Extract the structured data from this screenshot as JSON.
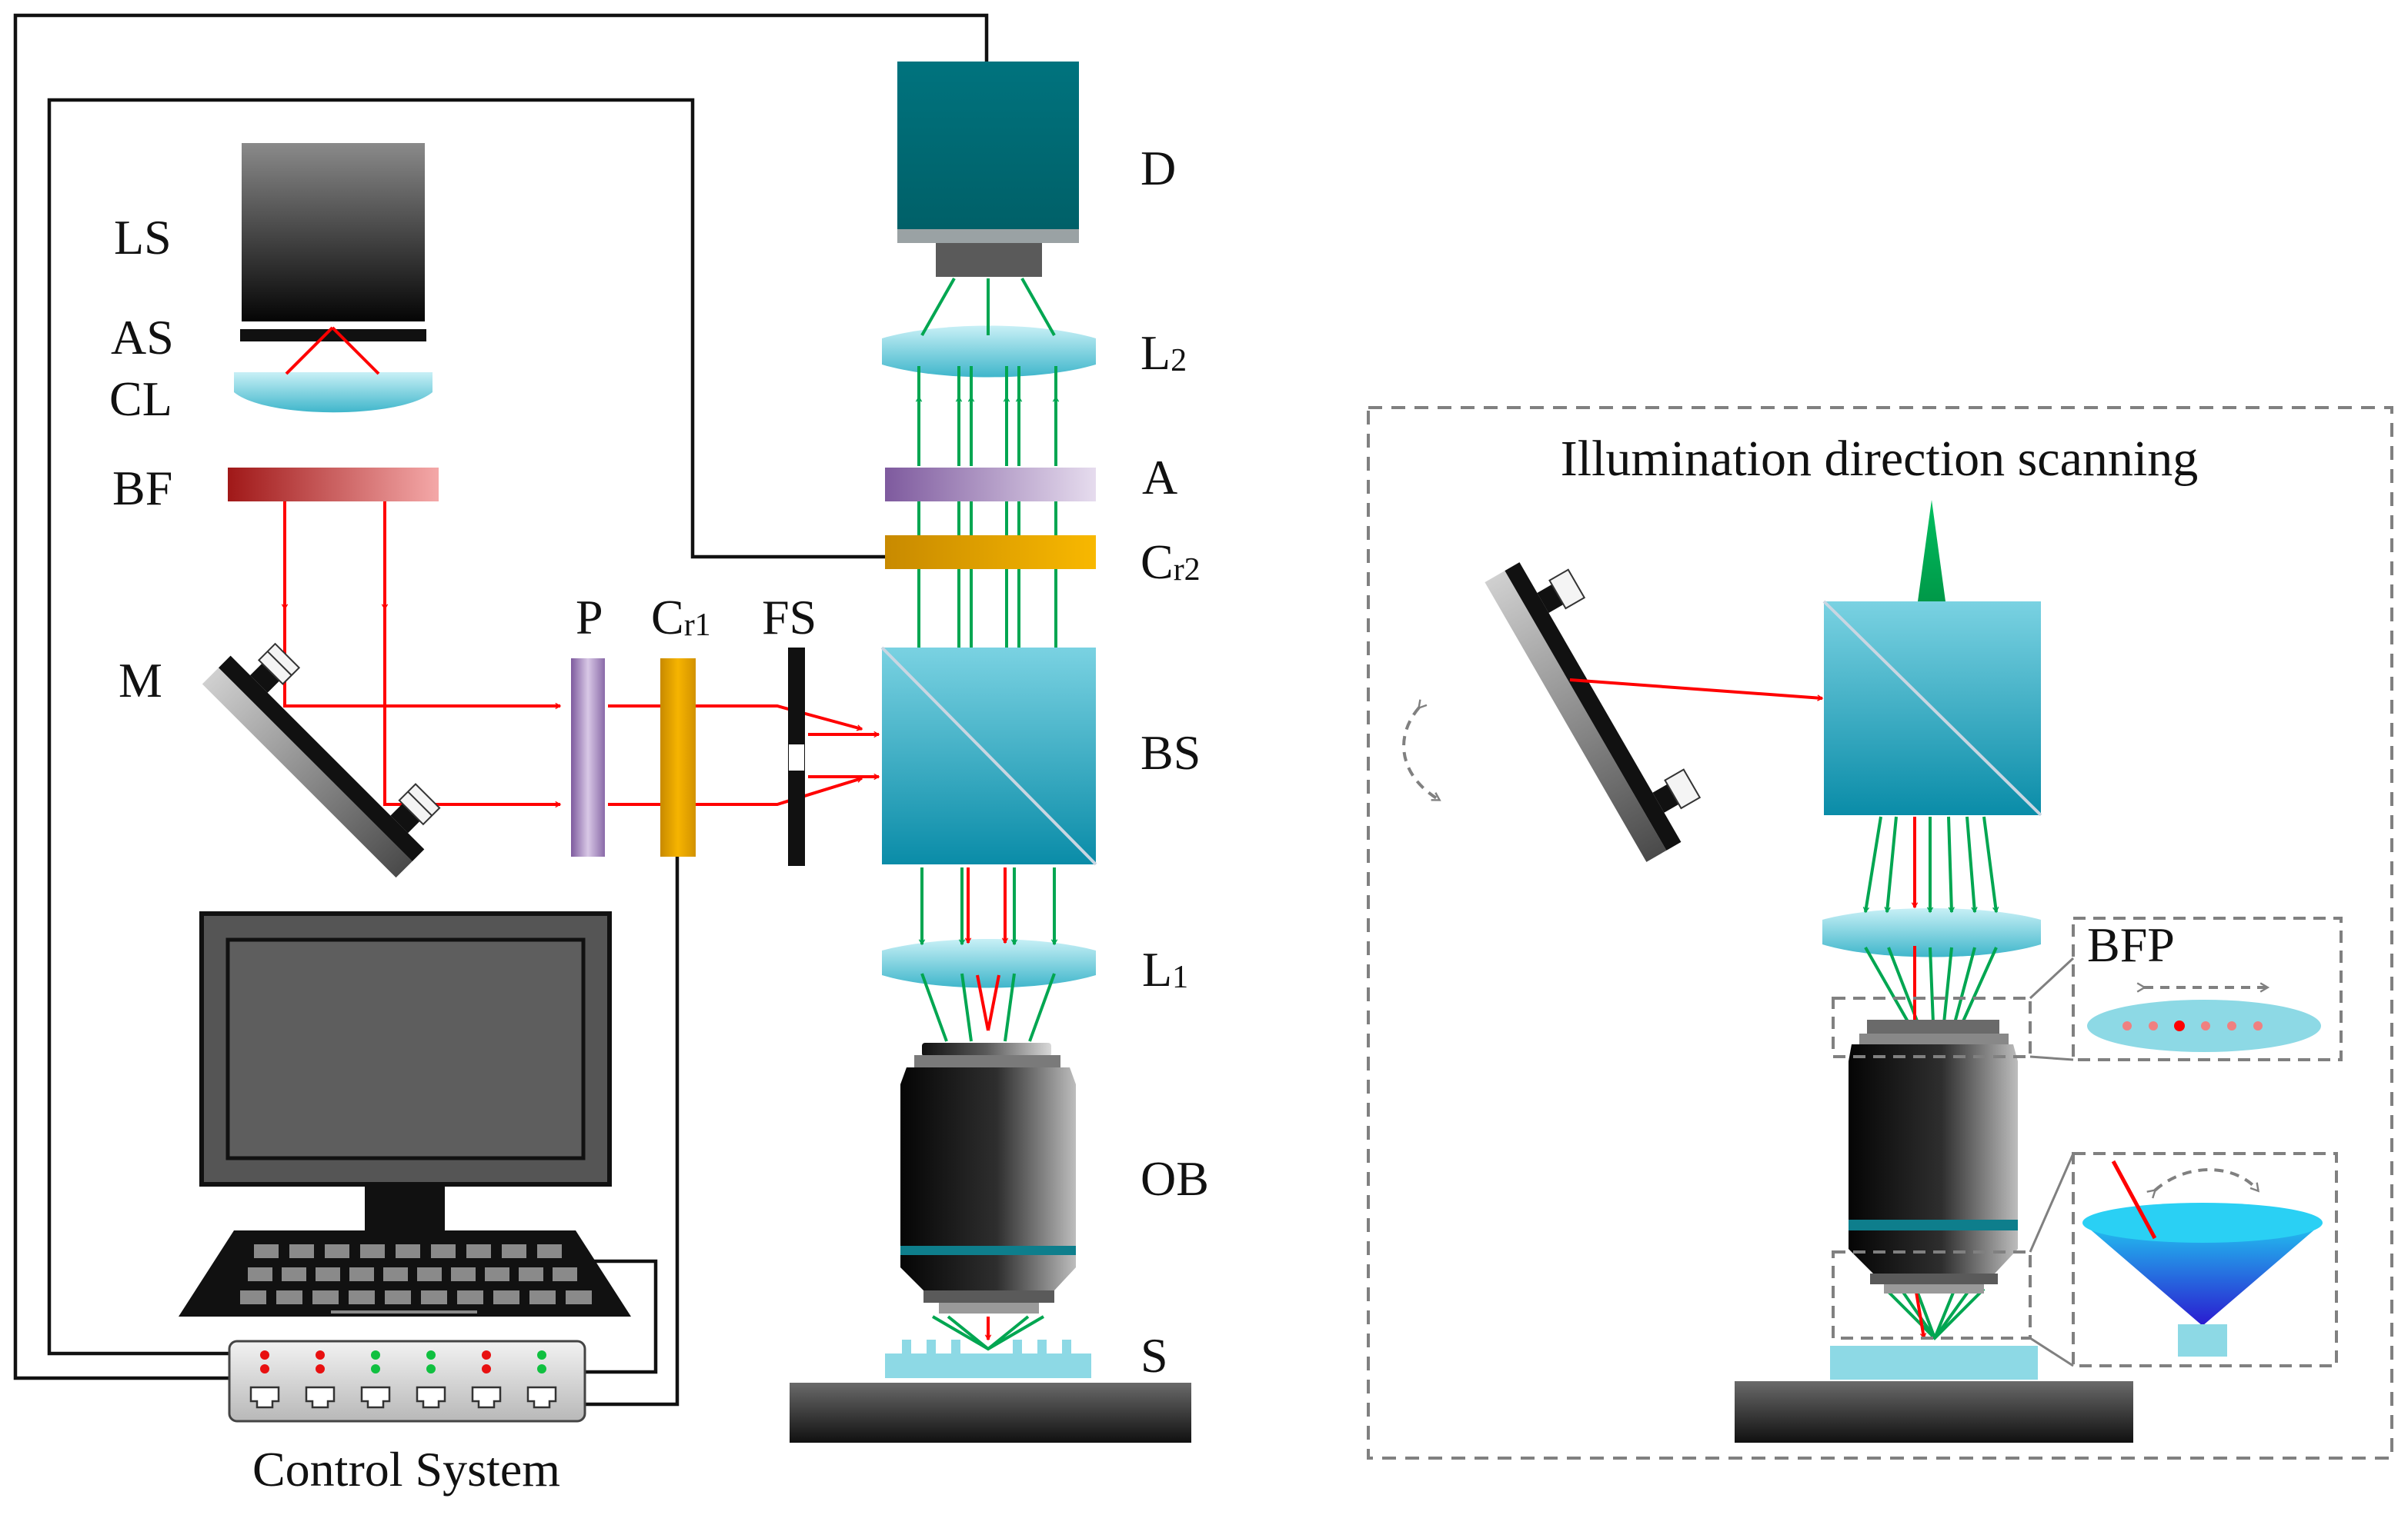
{
  "labels": {
    "LS": "LS",
    "AS": "AS",
    "CL": "CL",
    "BF": "BF",
    "M": "M",
    "P": "P",
    "Cr1_main": "C",
    "Cr1_sub": "r1",
    "FS": "FS",
    "D": "D",
    "L2_main": "L",
    "L2_sub": "2",
    "A": "A",
    "Cr2_main": "C",
    "Cr2_sub": "r2",
    "BS": "BS",
    "L1_main": "L",
    "L1_sub": "1",
    "OB": "OB",
    "S": "S",
    "control_system": "Control System",
    "inset_title": "Illumination direction scanning",
    "BFP": "BFP"
  },
  "colors": {
    "beam_red": "#ff0000",
    "beam_green": "#00a651",
    "detector": "#00707a",
    "retarder": "#f0a800",
    "polarizer": "#a88bc0",
    "filter": "#c43030",
    "lens": "#7fd3e0",
    "cube": "#1aa8c8",
    "stage": "#2a2a2a",
    "dashed_box": "#808080"
  },
  "control_leds": [
    "red",
    "red",
    "green",
    "green",
    "red",
    "green"
  ],
  "bfp_spots": [
    "pink",
    "pink",
    "red",
    "pink",
    "pink",
    "pink"
  ]
}
